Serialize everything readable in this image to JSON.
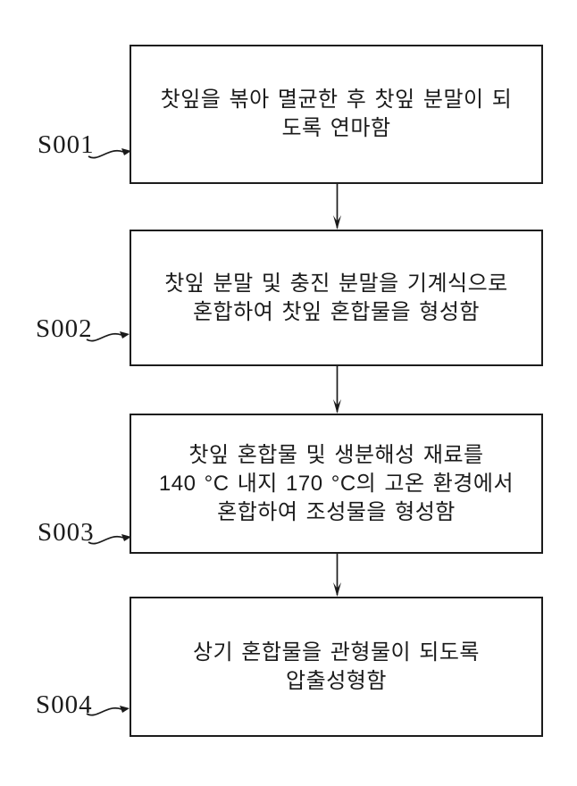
{
  "figure": {
    "type": "flowchart",
    "background": "#ffffff",
    "ink": "#1b1b1b",
    "border_color": "#1c1c1c",
    "arrow_icon": "barbed-down-arrow",
    "connector_icon": "curved-leader-arrow",
    "steps": [
      {
        "label": "S001",
        "lines": [
          "찻잎을 볶아 멸균한 후 찻잎 분말이 되",
          "도록 연마함"
        ]
      },
      {
        "label": "S002",
        "lines": [
          "찻잎 분말 및 충진 분말을 기계식으로",
          "혼합하여 찻잎 혼합물을 형성함"
        ]
      },
      {
        "label": "S003",
        "lines": [
          "찻잎 혼합물 및 생분해성 재료를",
          "140 °C 내지 170 °C의 고온 환경에서",
          "혼합하여 조성물을 형성함"
        ]
      },
      {
        "label": "S004",
        "lines": [
          "상기 혼합물을 관형물이 되도록",
          "압출성형함"
        ]
      }
    ]
  }
}
